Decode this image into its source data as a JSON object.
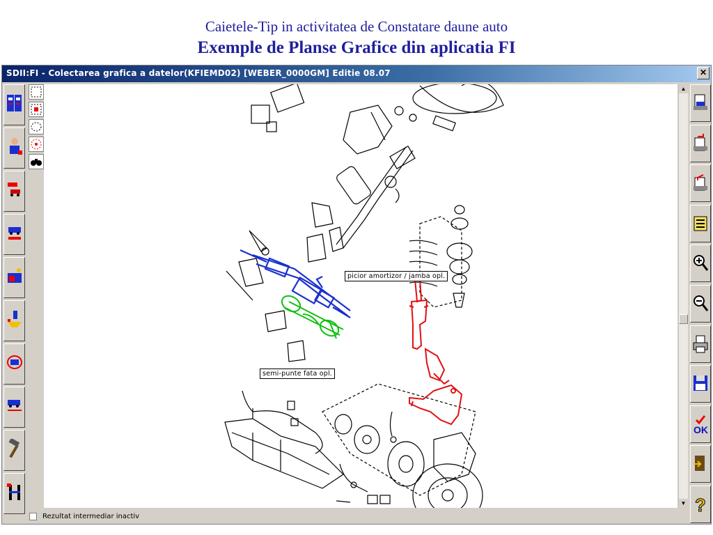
{
  "slide": {
    "subtitle": "Caietele-Tip in activitatea de Constatare daune auto",
    "title": "Exemple de Planse Grafice din aplicatia FI"
  },
  "window": {
    "title": "SDII:FI - Colectarea grafica a datelor(KFIEMD02) [WEBER_0000GM]     Editie 08.07",
    "close_glyph": "✕"
  },
  "diagram": {
    "labels": {
      "shock_absorber": "picior amortizor / jamba opl.",
      "half_axle": "semi-punte fata opl."
    },
    "highlight_colors": {
      "blue": "#1a2fd0",
      "green": "#10c010",
      "red": "#e01010"
    }
  },
  "statusbar": {
    "text": "Rezultat intermediar inactiv"
  },
  "right_toolbar": {
    "ok_label": "OK"
  }
}
